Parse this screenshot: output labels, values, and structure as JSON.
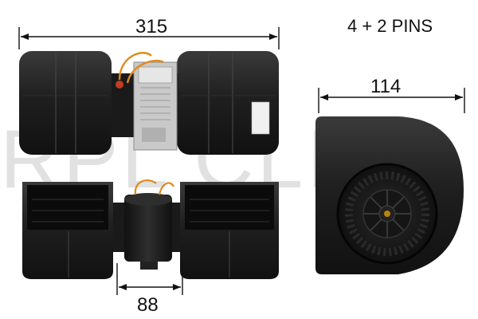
{
  "dimensions": {
    "overall_width": "315",
    "depth": "114",
    "motor_width": "88"
  },
  "connector": "4 + 2 PINS",
  "watermark": "RPL CLIMA",
  "colors": {
    "housing": "#1f1f1f",
    "housing_highlight": "#3a3a3a",
    "resistor_plate": "#c9c9c9",
    "wire": "#e08a1a",
    "dimension_line": "#111111",
    "background": "#ffffff"
  }
}
